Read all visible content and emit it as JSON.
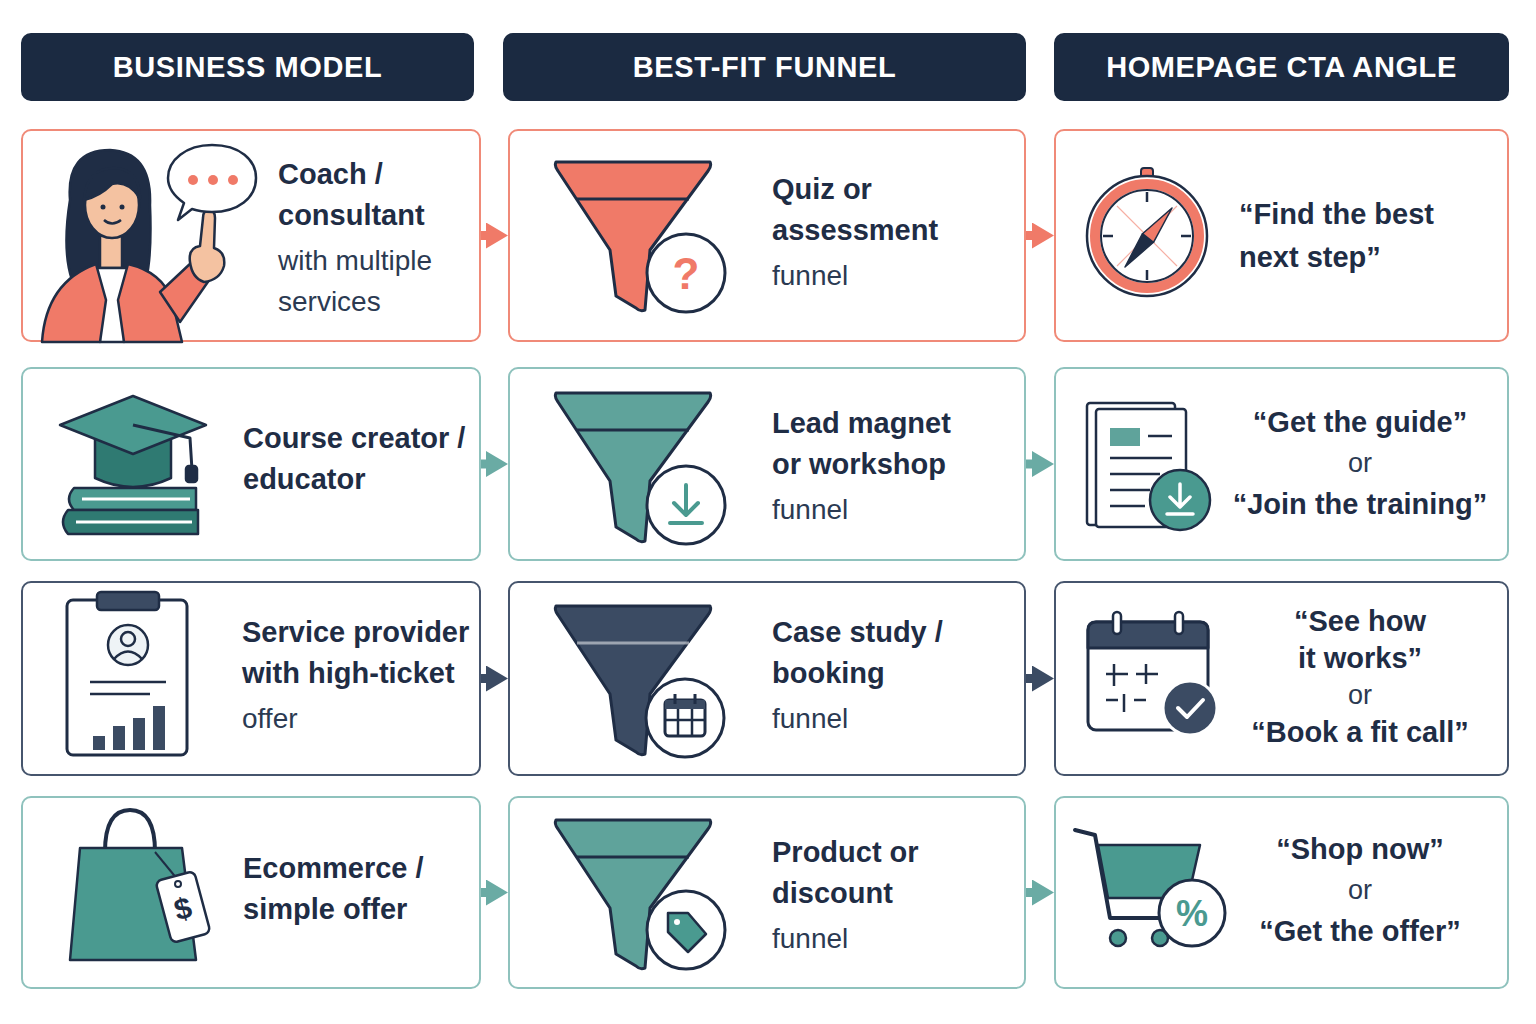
{
  "diagram": {
    "nodes": [
      {
        "text": [
          "BUSINESS MODEL"
        ]
      },
      {
        "text": [
          "BEST-FIT FUNNEL"
        ]
      },
      {
        "text": [
          "HOMEPAGE CTA ANGLE"
        ]
      },
      {
        "text": [
          "Coach / consultant",
          "with multiple services"
        ]
      },
      {
        "text": [
          "Quiz or assessment",
          "funnel"
        ]
      },
      {
        "text": [
          "“Find the best next step”"
        ]
      },
      {
        "text": [
          "Course creator / educator"
        ]
      },
      {
        "text": [
          "Lead magnet or workshop",
          "funnel"
        ]
      },
      {
        "text": [
          "“Get the guide”",
          "or",
          "“Join the training”"
        ]
      },
      {
        "text": [
          "Service provider with high-ticket",
          "offer"
        ]
      },
      {
        "text": [
          "Case study / booking",
          "funnel"
        ]
      },
      {
        "text": [
          "“See how it works”",
          "or",
          "“Book a fit call”"
        ]
      },
      {
        "text": [
          "Ecommerce / simple offer"
        ]
      },
      {
        "text": [
          "Product or discount",
          "funnel"
        ]
      },
      {
        "text": [
          "“Shop now”",
          "or",
          "“Get the offer”"
        ]
      }
    ],
    "edges": [
      {
        "from": 3,
        "to": 4,
        "arrow": "to"
      },
      {
        "from": 4,
        "to": 5,
        "arrow": "to"
      },
      {
        "from": 6,
        "to": 7,
        "arrow": "to"
      },
      {
        "from": 7,
        "to": 8,
        "arrow": "to"
      },
      {
        "from": 9,
        "to": 10,
        "arrow": "to"
      },
      {
        "from": 10,
        "to": 11,
        "arrow": "to"
      },
      {
        "from": 12,
        "to": 13,
        "arrow": "to"
      },
      {
        "from": 13,
        "to": 14,
        "arrow": "to"
      }
    ],
    "labels": [
      "?",
      "$",
      "%"
    ]
  }
}
